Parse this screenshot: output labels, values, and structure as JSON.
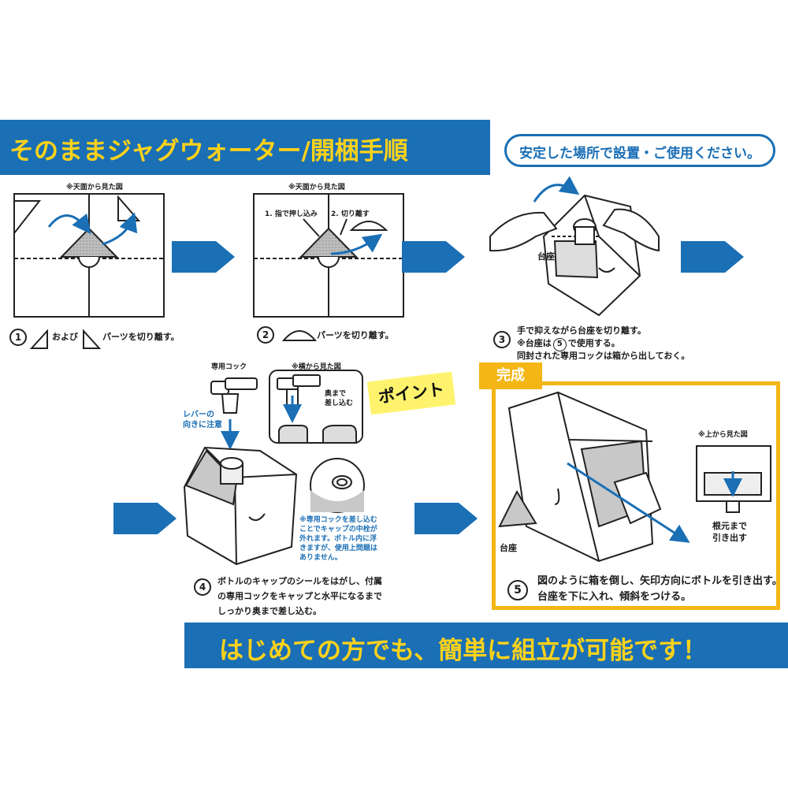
{
  "title": "そのままジャグウォーター/開梱手順",
  "note": "安定した場所で設置・ご使用ください。",
  "step1": {
    "caption": "※天面から見た図",
    "num": "1",
    "text_a": "および",
    "text_b": "パーツを切り離す。"
  },
  "step2": {
    "caption": "※天面から見た図",
    "label1": "1. 指で押し込み",
    "label2": "2. 切り離す",
    "num": "2",
    "text": "パーツを切り離す。"
  },
  "step3": {
    "base_label": "台座",
    "num": "3",
    "line1": "手で抑えながら台座を切り離す。",
    "line2a": "※台座は",
    "line2_circle": "5",
    "line2b": "で使用する。",
    "line3": "同封された専用コックは箱から出しておく。"
  },
  "step4": {
    "cock_label": "専用コック",
    "side_caption": "※横から見た図",
    "lever_note": [
      "レバーの",
      "向きに注意"
    ],
    "insert_note": [
      "奥まで",
      "差し込む"
    ],
    "point": "ポイント",
    "detail_note": [
      "※専用コックを差し込む",
      "ことでキャップの中栓が",
      "外れます。ボトル内に浮",
      "きますが、使用上問題は",
      "ありません。"
    ],
    "num": "4",
    "lines": [
      "ボトルのキャップのシールをはがし、付属",
      "の専用コックをキャップと水平になるまで",
      "しっかり奥まで差し込む。"
    ]
  },
  "step5": {
    "done": "完成",
    "top_caption": "※上から見た図",
    "pull_note": [
      "根元まで",
      "引き出す"
    ],
    "base_label": "台座",
    "num": "5",
    "lines": [
      "図のように箱を倒し、矢印方向にボトルを引き出す。",
      "台座を下に入れ、傾斜をつける。"
    ]
  },
  "footer": "はじめての方でも、簡単に組立が可能です！",
  "colors": {
    "blue": "#1a6fb5",
    "yellow": "#ffd21a",
    "gold": "#f3b614",
    "point": "#fff36e",
    "gray": "#c8c8c8"
  }
}
